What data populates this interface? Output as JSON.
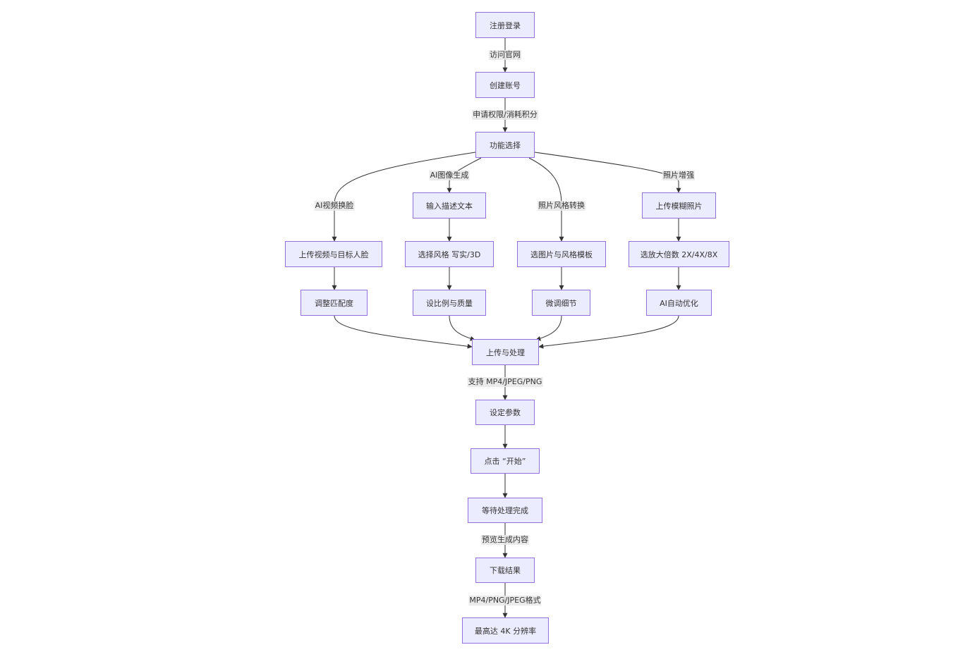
{
  "nodes": [
    {
      "id": "register",
      "label": "注册登录"
    },
    {
      "id": "create-account",
      "label": "创建账号"
    },
    {
      "id": "feature-select",
      "label": "功能选择"
    },
    {
      "id": "input-text",
      "label": "输入描述文本"
    },
    {
      "id": "upload-blurry",
      "label": "上传模糊照片"
    },
    {
      "id": "upload-video-face",
      "label": "上传视频与目标人脸"
    },
    {
      "id": "choose-style",
      "label": "选择风格 写实/3D"
    },
    {
      "id": "choose-image-template",
      "label": "选图片与风格模板"
    },
    {
      "id": "choose-scale",
      "label": "选放大倍数 2X/4X/8X"
    },
    {
      "id": "adjust-match",
      "label": "调整匹配度"
    },
    {
      "id": "set-ratio-quality",
      "label": "设比例与质量"
    },
    {
      "id": "fine-tune",
      "label": "微调细节"
    },
    {
      "id": "ai-optimize",
      "label": "AI自动优化"
    },
    {
      "id": "upload-process",
      "label": "上传与处理"
    },
    {
      "id": "set-params",
      "label": "设定参数"
    },
    {
      "id": "click-start",
      "label": "点击 “开始”"
    },
    {
      "id": "wait-complete",
      "label": "等待处理完成"
    },
    {
      "id": "download",
      "label": "下载结果"
    },
    {
      "id": "max-4k",
      "label": "最高达 4K 分辨率"
    }
  ],
  "edge_labels": {
    "visit_site": "访问官网",
    "apply_permission": "申请权限/消耗积分",
    "ai_face_swap": "AI视频换脸",
    "ai_image_gen": "AI图像生成",
    "photo_style": "照片风格转换",
    "photo_enhance": "照片增强",
    "support_formats": "支持 MP4/JPEG/PNG",
    "preview": "预览生成内容",
    "formats": "MP4/PNG/JPEG格式"
  },
  "colors": {
    "node_fill": "#ececff",
    "node_border": "#9370db",
    "edge": "#333333",
    "label_bg": "#e8e8e8"
  }
}
